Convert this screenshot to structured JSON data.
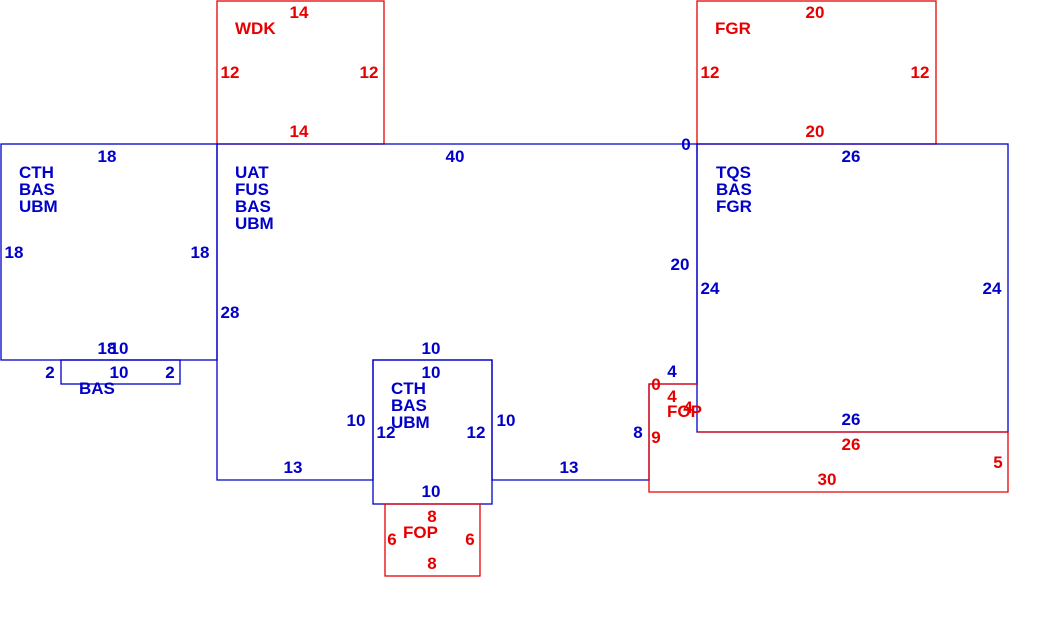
{
  "colors": {
    "blue": "#0000c8",
    "red": "#e60000"
  },
  "rooms": {
    "wdk_top": {
      "codes": [
        "WDK"
      ],
      "dims": {
        "top": "14",
        "left": "12",
        "right": "12",
        "bottom": "14"
      }
    },
    "fgr_top": {
      "codes": [
        "FGR"
      ],
      "dims": {
        "top": "20",
        "left": "12",
        "right": "12",
        "bottom": "20"
      }
    },
    "cth_left": {
      "codes": [
        "CTH",
        "BAS",
        "UBM"
      ],
      "dims": {
        "top": "18",
        "left": "18",
        "right": "18",
        "bottom": "18"
      }
    },
    "bas_small": {
      "codes": [
        "BAS"
      ],
      "dims": {
        "top": "10",
        "top_overlap": "10",
        "left": "2",
        "right": "2"
      }
    },
    "uat_main": {
      "codes": [
        "UAT",
        "FUS",
        "BAS",
        "UBM"
      ],
      "dims": {
        "top": "40",
        "top_right": "0",
        "left": "28",
        "right": "20",
        "bottom_left": "13",
        "bottom_right": "13",
        "notch_left": "10",
        "notch_right": "10",
        "notch_top": "10"
      }
    },
    "cth_center": {
      "codes": [
        "CTH",
        "BAS",
        "UBM"
      ],
      "dims": {
        "top": "10",
        "left": "12",
        "right": "12",
        "bottom": "10"
      }
    },
    "fop_bottom": {
      "codes": [
        "FOP"
      ],
      "dims": {
        "top": "8",
        "left": "6",
        "right": "6",
        "bottom": "8"
      }
    },
    "tqs_right": {
      "codes": [
        "TQS",
        "BAS",
        "FGR"
      ],
      "dims": {
        "top": "26",
        "left": "24",
        "right": "24",
        "bottom": "26"
      }
    },
    "fop_right": {
      "codes": [
        "FOP"
      ],
      "dims": {
        "top_blue": "4",
        "top_red_a": "0",
        "top_red_b": "4",
        "small_a": "4",
        "left_blue": "8",
        "left_red": "9",
        "top": "26",
        "right": "5",
        "bottom": "30"
      }
    }
  }
}
